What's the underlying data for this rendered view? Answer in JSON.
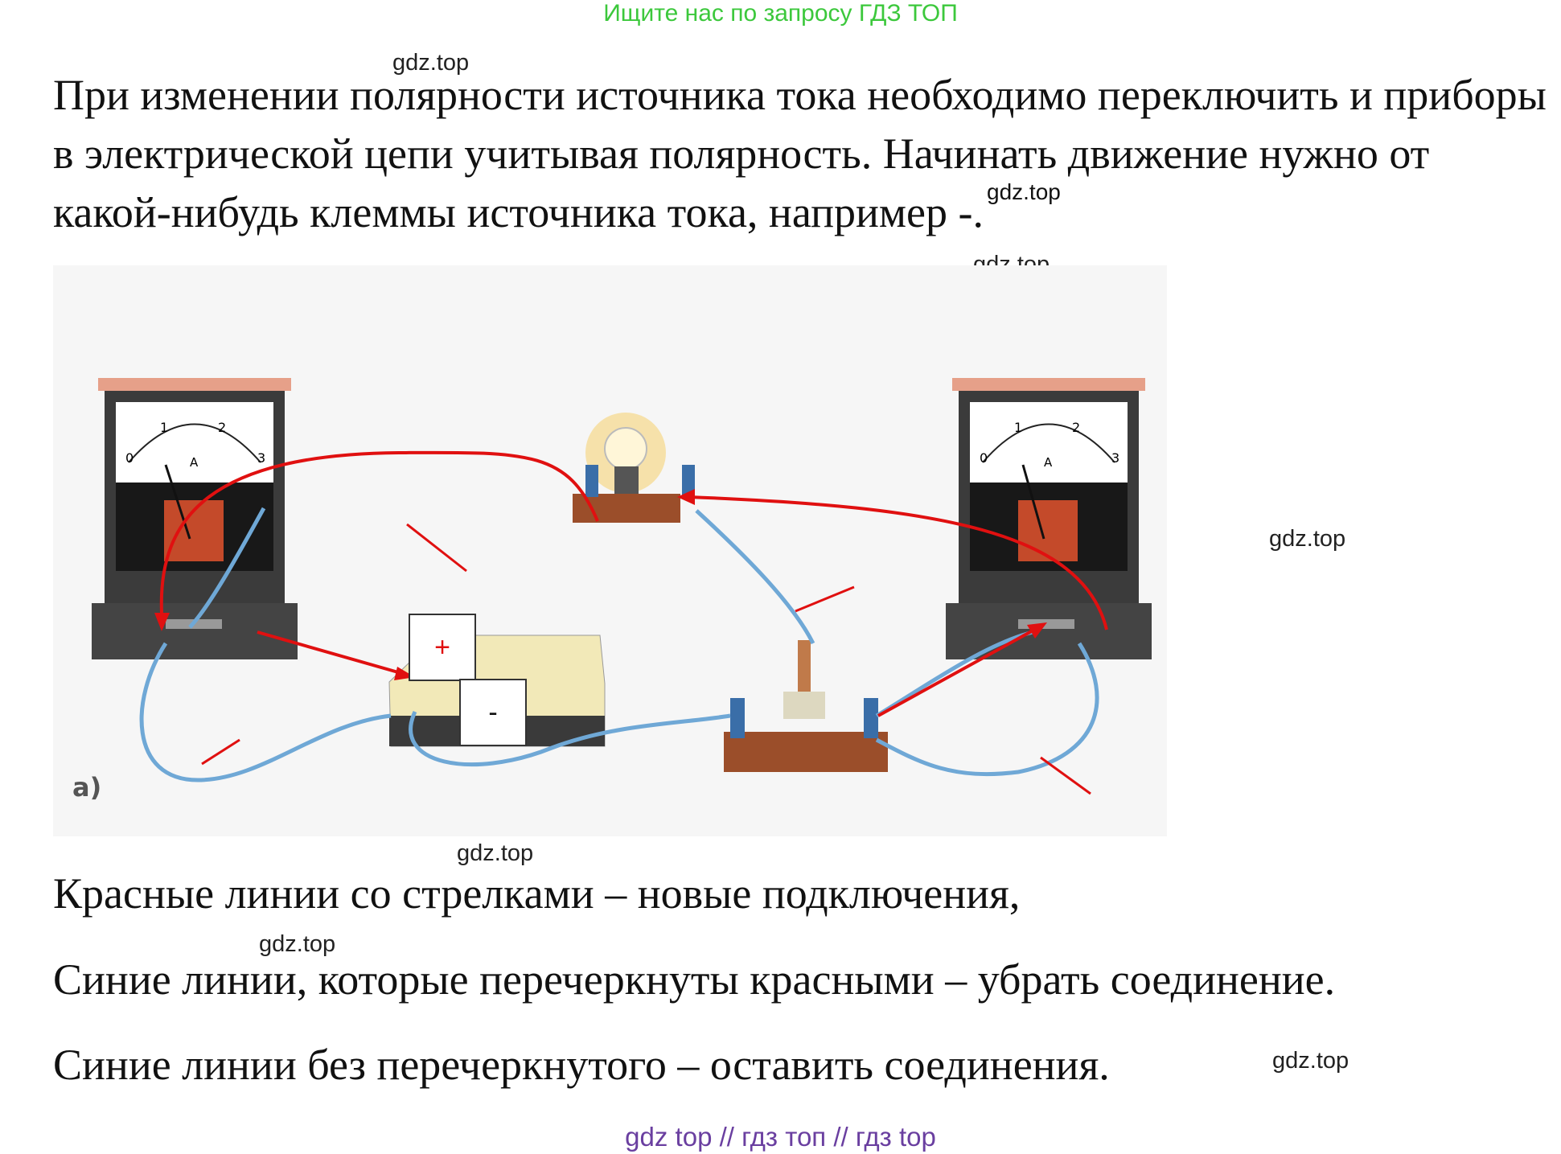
{
  "banner": "Ищите нас по запросу ГДЗ ТОП",
  "paragraph": "При изменении полярности источника тока необходимо переключить и приборы в электрической цепи учитывая полярность. Начинать движение нужно от какой-нибудь клеммы источника тока, например -.",
  "watermark": "gdz.top",
  "diagram": {
    "figure_label": "а)",
    "ammeter_scale": [
      "0",
      "1",
      "2",
      "3"
    ],
    "ammeter_unit": "A",
    "plus_label": "+",
    "minus_label": "-"
  },
  "legend": {
    "line1": "Красные линии со стрелками – новые подключения,",
    "line2": "Синие линии, которые перечеркнуты красными – убрать соединение.",
    "line3": "Синие линии без перечеркнутого – оставить соединения."
  },
  "footer": "gdz top  //  гдз топ  //  гдз top",
  "colors": {
    "banner": "#3cc83c",
    "footer": "#6a3fa0",
    "wire": "#6fa8d6",
    "red": "#e01010"
  }
}
